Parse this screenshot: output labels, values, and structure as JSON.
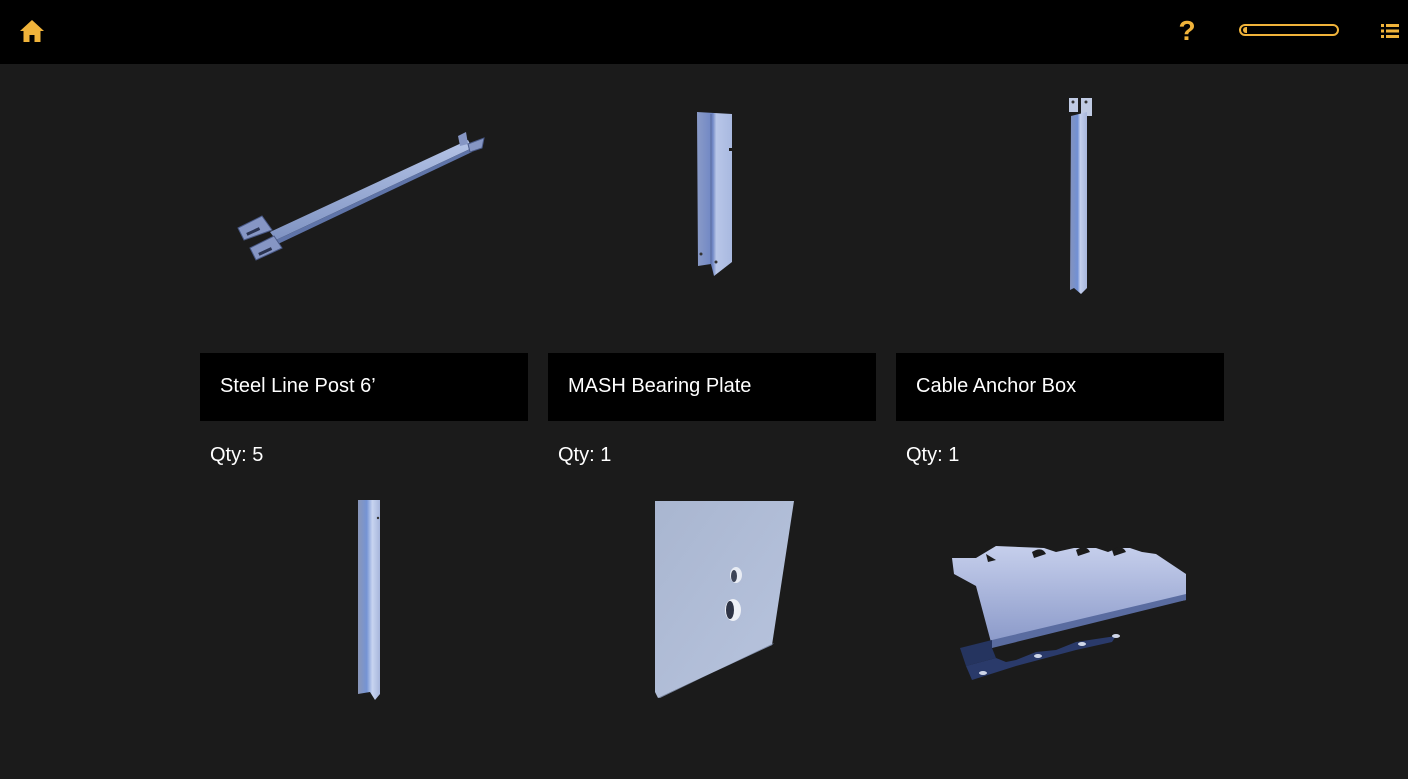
{
  "header": {
    "home_icon": "home-icon",
    "help_label": "?",
    "help_icon": "question-mark-icon",
    "progress_percent": 2,
    "menu_icon": "list-icon",
    "accent_color": "#f0b33a"
  },
  "parts": [
    {
      "name": "Steel Line Post 6’",
      "qty_label": "Qty: 5",
      "image": "steel-line-post-render"
    },
    {
      "name": "MASH Bearing Plate",
      "qty_label": "Qty: 1",
      "image": "post-render"
    },
    {
      "name": "Cable Anchor Box",
      "qty_label": "Qty: 1",
      "image": "post-with-brackets-render"
    },
    {
      "name": "",
      "qty_label": "",
      "image": "narrow-post-render"
    },
    {
      "name": "",
      "qty_label": "",
      "image": "bearing-plate-render"
    },
    {
      "name": "",
      "qty_label": "",
      "image": "cable-anchor-bracket-render"
    }
  ]
}
